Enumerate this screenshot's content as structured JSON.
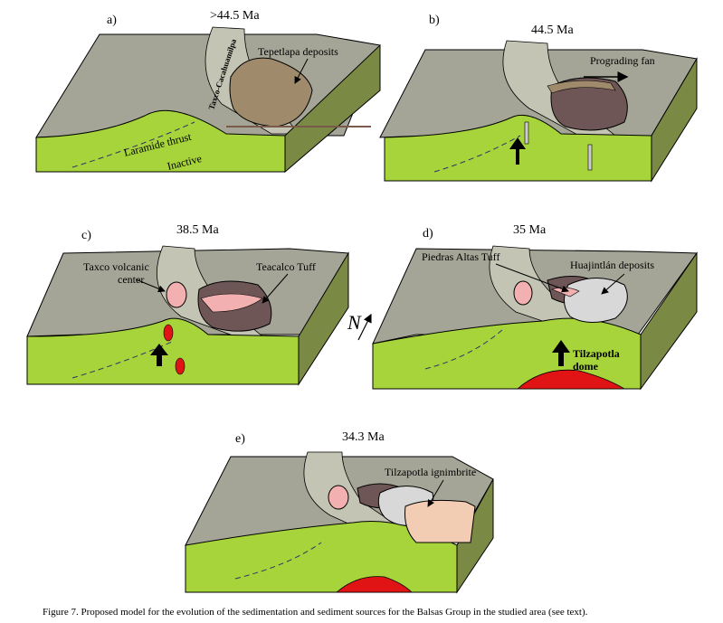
{
  "colors": {
    "plateau_top": "#a5a597",
    "scarp": "#c4c4b4",
    "green_front": "#a6d43a",
    "green_dark": "#7fa83a",
    "side_face": "#7a8a44",
    "tepetlapa": "#a08a6c",
    "fan_dark": "#6e5656",
    "tuff_pink": "#f2b0b0",
    "volcanic_red": "#e01414",
    "ignimbrite": "#f3cdb3",
    "huajintlan": "#d8d8d8"
  },
  "panels": {
    "a": {
      "letter": "a)",
      "age": ">44.5 Ma",
      "labels": {
        "range": "Taxco-Cacahuamilpa",
        "deposits": "Tepetlapa deposits",
        "thrust_1": "Laramide thrust",
        "thrust_2": "Inactive"
      }
    },
    "b": {
      "letter": "b)",
      "age": "44.5 Ma",
      "labels": {
        "fan": "Prograding fan"
      }
    },
    "c": {
      "letter": "c)",
      "age": "38.5 Ma",
      "labels": {
        "volcanic_1": "Taxco volcanic",
        "volcanic_2": "center",
        "tuff": "Teacalco Tuff"
      }
    },
    "d": {
      "letter": "d)",
      "age": "35 Ma",
      "labels": {
        "tuff": "Piedras Altas Tuff",
        "deposits": "Huajintlán deposits",
        "dome_1": "Tilzapotla",
        "dome_2": "dome"
      }
    },
    "e": {
      "letter": "e)",
      "age": "34.3 Ma",
      "labels": {
        "ignimbrite": "Tilzapotla ignimbrite"
      }
    }
  },
  "north_arrow": "N",
  "caption": "Figure 7. Proposed model for the evolution of the sedimentation and sediment sources for the Balsas Group in the studied area (see text)."
}
